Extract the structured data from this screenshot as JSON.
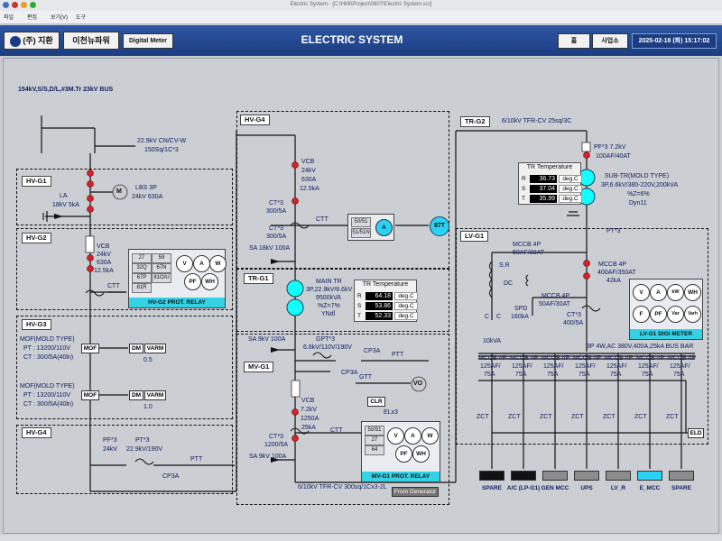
{
  "window": {
    "title": "Electric System - [C:\\HMI\\Project\\0807\\Electric System.scr]"
  },
  "menubar": {
    "items": [
      "파일",
      "편집",
      "보기(V)",
      "도구"
    ]
  },
  "header": {
    "logo_text": "(주) 지환",
    "plant_button": "이천뉴파워",
    "meter_button": "Digital Meter",
    "title": "ELECTRIC SYSTEM",
    "home_button": "홈",
    "site_button": "사업소",
    "datetime": "2025-02-18 (화) 15:17:02"
  },
  "diagram": {
    "bus_label": "154kV,S/S,D/L,#3M.Tr 23kV BUS",
    "cable_22kv": [
      "22.9kV CN/CV-W",
      "150Sq/1C*3"
    ],
    "sections": {
      "hv_g1": "HV-G1",
      "hv_g2": "HV-G2",
      "hv_g3": "HV-G3",
      "hv_g4_left": "HV-G4",
      "hv_g4_mid": "HV-G4",
      "tr_g1": "TR-G1",
      "mv_g1": "MV-G1",
      "tr_g2": "TR-G2",
      "lv_g1": "LV-G1"
    },
    "la": [
      "LA",
      "18kV 5kA"
    ],
    "lbs": [
      "LBS 3P",
      "24kV 630A"
    ],
    "lbs_symbol": "M",
    "vcb_hvg2": [
      "VCB",
      "24kV",
      "630A",
      "12.5kA"
    ],
    "ctt": "CTT",
    "hvg2_relay": {
      "cells": [
        "27",
        "59",
        "32Q",
        "67N",
        "67P",
        "81O/U",
        "81R"
      ],
      "meters": [
        "V",
        "A",
        "W",
        "PF",
        "WH"
      ],
      "title": "HV-G2 PROT. RELAY"
    },
    "mof1": {
      "title": "MOF(MOLD TYPE)",
      "pt": "PT : 13200/110V",
      "ct": "CT : 300/5A(40ln)",
      "box": "MOF",
      "dm": "DM",
      "varm": "VARM",
      "value": "0.5"
    },
    "mof2": {
      "title": "MOF(MOLD TYPE)",
      "pt": "PT : 13200/110V",
      "ct": "CT : 300/5A(40ln)",
      "box": "MOF",
      "dm": "DM",
      "varm": "VARM",
      "value": "1.0"
    },
    "hvg4_left": {
      "pf": [
        "PF*3",
        "24kV"
      ],
      "pt": [
        "PT*3",
        "22.9kV/190V"
      ],
      "cp3a": "CP3A",
      "ptt": "PTT"
    },
    "vcb_hvg4": [
      "VCB",
      "24kV",
      "630A",
      "12.5kA"
    ],
    "ct_hvg4a": [
      "CT*3",
      "300/5A"
    ],
    "ct_hvg4b": [
      "CT*3",
      "300/5A"
    ],
    "sa_hvg4": "SA 18kV 100A",
    "hvg4_relay": {
      "cells": [
        "50/51",
        "51/51N"
      ],
      "meter": "A"
    },
    "btn_87t": "87T",
    "main_tr": [
      "MAIN TR",
      "3P,22.9kV/6.6kV",
      "9500kVA",
      "%Z=7%",
      "YNdl"
    ],
    "tr_temp_main": {
      "title": "TR Temperature",
      "rows": [
        {
          "phase": "R",
          "value": "64.18",
          "unit": "deg.C"
        },
        {
          "phase": "S",
          "value": "53.86",
          "unit": "deg.C"
        },
        {
          "phase": "T",
          "value": "52.33",
          "unit": "deg.C"
        }
      ]
    },
    "sa_mvg1_top": "SA 9kV 100A",
    "gpt": [
      "GPT*3",
      "6.6kV/110V/190V"
    ],
    "mv_cp3a_1": "CP3A",
    "mv_cp3a_2": "CP3A",
    "mv_ptt": "PTT",
    "mv_gtt": "GTT",
    "mv_vo": "VO",
    "mv_clr": "CLR",
    "mv_elx3": "ELx3",
    "vcb_mv": [
      "VCB",
      "7.2kV",
      "1250A",
      "25kA"
    ],
    "ct_mv": [
      "CT*3",
      "1200/5A"
    ],
    "sa_mvg1_bottom": "SA 9kV 100A",
    "mvg1_relay": {
      "cells": [
        "50/51",
        "27",
        "64"
      ],
      "meters": [
        "V",
        "A",
        "W",
        "PF",
        "WH"
      ],
      "title": "MV-G1 PROT. RELAY"
    },
    "from_generator": "From Generator",
    "cable_mv": "6/10kV TFR-CV 300sq/1Cx3-2L",
    "cable_trg2": "6/10kV TFR-CV 25sq/3C",
    "pf_trg2": [
      "PF*3 7.2kV",
      "100AF/40AT"
    ],
    "tr_temp_sub": {
      "title": "TR Temperature",
      "rows": [
        {
          "phase": "R",
          "value": "36.73",
          "unit": "deg.C"
        },
        {
          "phase": "S",
          "value": "37.04",
          "unit": "deg.C"
        },
        {
          "phase": "T",
          "value": "35.99",
          "unit": "deg.C"
        }
      ]
    },
    "sub_tr": [
      "SUB-TR(MOLD TYPE)",
      "3P,6.6kV/380-220V,200kVA",
      "%Z=6%",
      "Dyn11"
    ],
    "pt_lv": "PT*3",
    "mccb_sr": [
      "MCCB 4P",
      "50AF/30AT"
    ],
    "mccb_main": [
      "MCCB 4P",
      "400AF/350AT",
      "42kA"
    ],
    "sr": "S.R",
    "dc": "DC",
    "c_label": [
      "C",
      "C"
    ],
    "c_kvar": "10kVA",
    "spd": [
      "SPD",
      "160kA"
    ],
    "mccb_spd": [
      "MCCB 4P",
      "50AF/30AT"
    ],
    "ct_lv": [
      "CT*3",
      "400/5A"
    ],
    "lvg1_meter": {
      "meters": [
        "V",
        "A",
        "kW",
        "WH",
        "F",
        "PF",
        "Var",
        "Varh"
      ],
      "title": "LV-G1 DIGI METER"
    },
    "bus_lv": "3P 4W,AC 380V,400A,25kA BUS BAR",
    "feeders": [
      {
        "mccb": [
          "MCCB 4P",
          "125AF/",
          "75A"
        ],
        "zct": "ZCT",
        "load": "SPARE",
        "color": "#111111"
      },
      {
        "mccb": [
          "MCCB 4P",
          "125AF/",
          "75A"
        ],
        "zct": "ZCT",
        "load": "A/C (LP-G1)",
        "color": "#111111"
      },
      {
        "mccb": [
          "MCCB 4P",
          "125AF/",
          "75A"
        ],
        "zct": "ZCT",
        "load": "GEN MCC",
        "color": "#8c8c8c"
      },
      {
        "mccb": [
          "MCCB 4P",
          "125AF/",
          "75A"
        ],
        "zct": "ZCT",
        "load": "UPS",
        "color": "#8c8c8c"
      },
      {
        "mccb": [
          "MCCB 4P",
          "125AF/",
          "75A"
        ],
        "zct": "ZCT",
        "load": "LV_R",
        "color": "#8c8c8c"
      },
      {
        "mccb": [
          "MCCB 4P",
          "125AF/",
          "75A"
        ],
        "zct": "ZCT",
        "load": "E_MCC",
        "color": "#2ad2f3"
      },
      {
        "mccb": [
          "MCCB 4P",
          "125AF/",
          "75A"
        ],
        "zct": "ZCT",
        "load": "SPARE",
        "color": "#8c8c8c"
      }
    ],
    "eld": "ELD"
  }
}
